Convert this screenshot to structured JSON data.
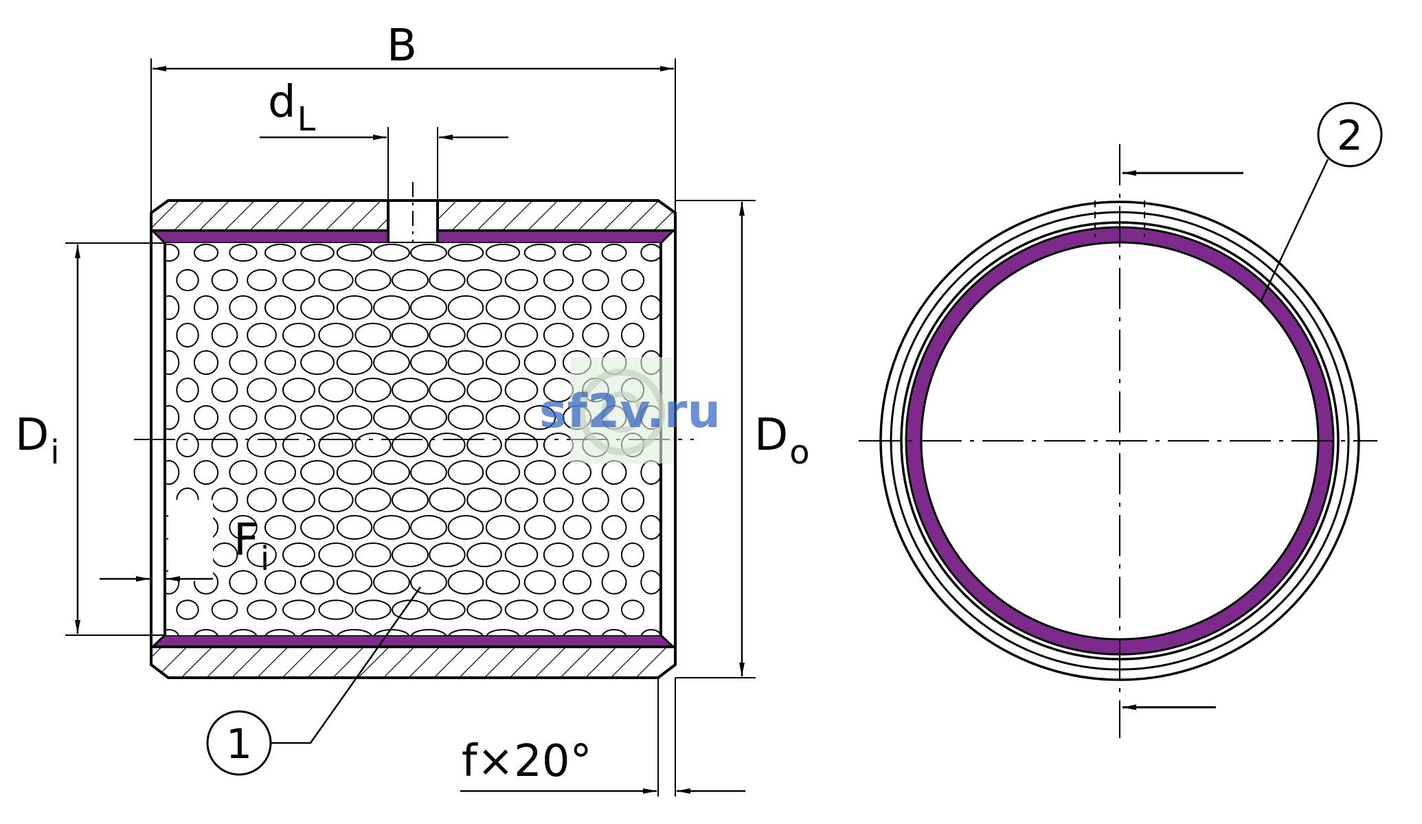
{
  "labels": {
    "width": "B",
    "lube_hole_main": "d",
    "lube_hole_sub": "L",
    "inner_dia_main": "D",
    "inner_dia_sub": "i",
    "outer_dia_main": "D",
    "outer_dia_sub": "o",
    "inner_chamfer_main": "F",
    "inner_chamfer_sub": "i",
    "outer_chamfer": "f×20°"
  },
  "callouts": {
    "sliding_layer": "1",
    "lining": "2"
  },
  "watermark": {
    "text": "sf2v.ru",
    "color": "#2f5fbf"
  },
  "colors": {
    "line": "#000000",
    "lining": "#7d2a8c",
    "background": "#ffffff"
  }
}
